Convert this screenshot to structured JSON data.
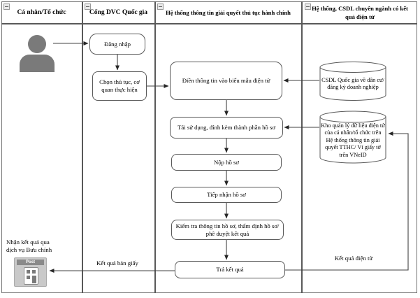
{
  "lanes": [
    {
      "title": "Cá nhân/Tổ chức"
    },
    {
      "title": "Cổng DVC Quốc gia"
    },
    {
      "title": "Hệ thống thông tin giải quyết thủ tục hành chính"
    },
    {
      "title": "Hệ thống, CSDL chuyên ngành có kết quả điện tử"
    }
  ],
  "nodes": {
    "login": "Đăng nhập",
    "choose_procedure": "Chọn thủ tục, cơ quan thực hiện",
    "fill_form": "Điền thông tin vào biểu mẫu điện tử",
    "reuse_attach": "Tái sử dụng, đính kèm thành phần hồ sơ",
    "submit": "Nộp hồ sơ",
    "receive": "Tiếp nhận hồ sơ",
    "check_approve": "Kiểm tra thông tin hồ sơ, thẩm định hồ sơ/ phê duyệt kết quả",
    "return_result": "Trả kết quả"
  },
  "datastores": {
    "national_db": "CSDL Quốc gia về dân cư/ đăng ký doanh nghiệp",
    "data_warehouse": "Kho quản lý dữ liệu điện tử của cá nhân/tổ chức trên Hệ thống thông tin giải quyết TTHC/ Ví giấy tờ trên VNeID"
  },
  "edge_labels": {
    "paper_result": "Kết quả bản giấy",
    "electronic_result": "Kết quả điện tử"
  },
  "annotations": {
    "postal_receive": "Nhận kết quả qua dịch vụ Bưu chính"
  },
  "icons": {
    "person": "person-icon",
    "post_office": "post-office-icon",
    "post_label": "Post",
    "collapse": "collapse-minus-icon"
  },
  "colors": {
    "background": "#ffffff",
    "text": "#000000",
    "lane_line": "#595959",
    "shape_border": "#595959",
    "edge": "#404040",
    "person_gray": "#7a7a7a",
    "post_body_gray": "#c9c9c9",
    "post_band_gray": "#8a8a8a"
  }
}
